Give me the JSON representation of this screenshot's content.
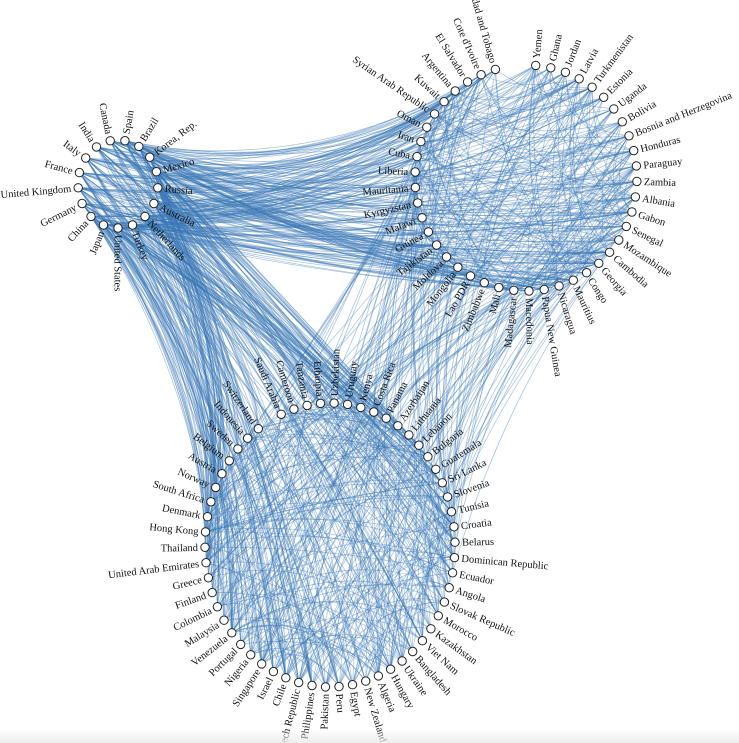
{
  "palette": {
    "edge": "#3a78b5",
    "node_fill": "#ffffff",
    "node_stroke": "#222222",
    "label": "#111111"
  },
  "clusters": [
    {
      "name": "top-left",
      "nodes": [
        "United Kingdom",
        "Germany",
        "China",
        "Japan",
        "United States",
        "Turkey",
        "Netherlands",
        "Australia",
        "Russia",
        "Mexico",
        "Korea, Rep.",
        "Brazil",
        "Spain",
        "Canada",
        "India",
        "Italy",
        "France"
      ]
    },
    {
      "name": "top-right",
      "nodes": [
        "Trinidad and Tobago",
        "Cote d'Ivoire",
        "El Salvador",
        "Argentina",
        "Kuwait",
        "Syrian Arab Republic",
        "Oman",
        "Iran",
        "Cuba",
        "Liberia",
        "Mauritania",
        "Kyrgyzstan",
        "Malawi",
        "Guinea",
        "Tajikistan",
        "Moldova",
        "Mongolia",
        "Lao PDR",
        "Zimbabwe",
        "Mali",
        "Madagascar",
        "Macedonia",
        "Papua New Guinea",
        "Nicaragua",
        "Mauritius",
        "Congo",
        "Georgia",
        "Cambodia",
        "Mozambique",
        "Senegal",
        "Gabon",
        "Albania",
        "Zambia",
        "Paraguay",
        "Honduras",
        "Bosnia and Herzegovina",
        "Bolivia",
        "Uganda",
        "Estonia",
        "Turkmenistan",
        "Latvia",
        "Jordan",
        "Ghana",
        "Yemen"
      ]
    },
    {
      "name": "bottom",
      "nodes": [
        "Saudi Arabia",
        "Cameroon",
        "Tanzania",
        "Ethiopia",
        "Uzbekistan",
        "Uruguay",
        "Kenya",
        "Costa Rica",
        "Panama",
        "Azerbaijan",
        "Lithuania",
        "Lebanon",
        "Bulgaria",
        "Guatemala",
        "Sri Lanka",
        "Slovenia",
        "Tunisia",
        "Croatia",
        "Belarus",
        "Dominican Republic",
        "Ecuador",
        "Angola",
        "Slovak Republic",
        "Morocco",
        "Kazakhstan",
        "Viet Nam",
        "Bangladesh",
        "Ukraine",
        "Hungary",
        "Algeria",
        "New Zealand",
        "Egypt",
        "Peru",
        "Pakistan",
        "Philippines",
        "Czech Republic",
        "Chile",
        "Israel",
        "Singapore",
        "Nigeria",
        "Portugal",
        "Venezuela",
        "Malaysia",
        "Colombia",
        "Finland",
        "Greece",
        "United Arab Emirates",
        "Thailand",
        "Hong Kong",
        "Denmark",
        "South Africa",
        "Norway",
        "Austria",
        "Belgium",
        "Sweden",
        "Indonesia",
        "Switzerland"
      ]
    }
  ]
}
